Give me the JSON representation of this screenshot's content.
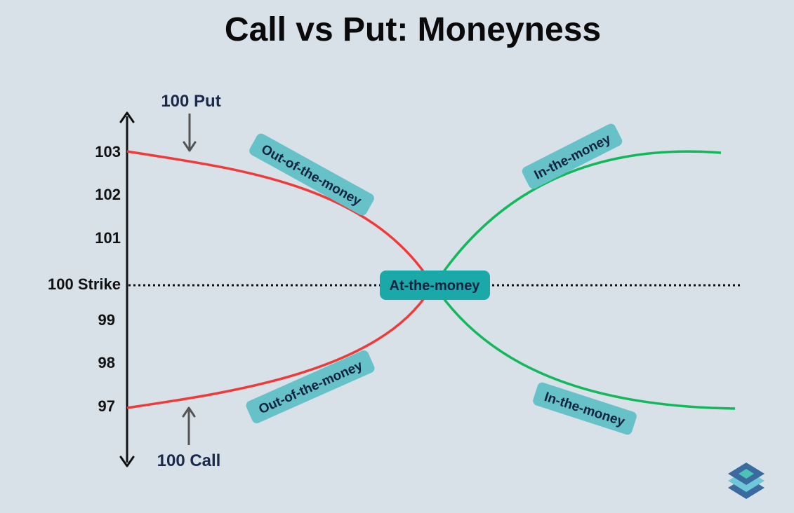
{
  "title": "Call vs Put: Moneyness",
  "axis_labels": [
    "103",
    "102",
    "101",
    "100 Strike",
    "99",
    "98",
    "97"
  ],
  "contracts": {
    "put_label": "100 Put",
    "call_label": "100 Call"
  },
  "regions": {
    "put_otm": "Out-of-the-money",
    "call_otm": "Out-of-the-money",
    "atm": "At-the-money",
    "put_itm": "In-the-money",
    "call_itm": "In-the-money"
  },
  "colors": {
    "background": "#d8e0e8",
    "put_curve": "#f03a3a",
    "call_curve": "#12b85a",
    "tag_fill": "#66c2c8",
    "atm_fill": "#1ba8a8",
    "logo_dark": "#3a6aa0",
    "logo_light": "#4cc4b4"
  },
  "icons": {
    "logo": "layered-stack-logo",
    "put_arrow": "arrow-down-icon",
    "call_arrow": "arrow-up-icon"
  }
}
